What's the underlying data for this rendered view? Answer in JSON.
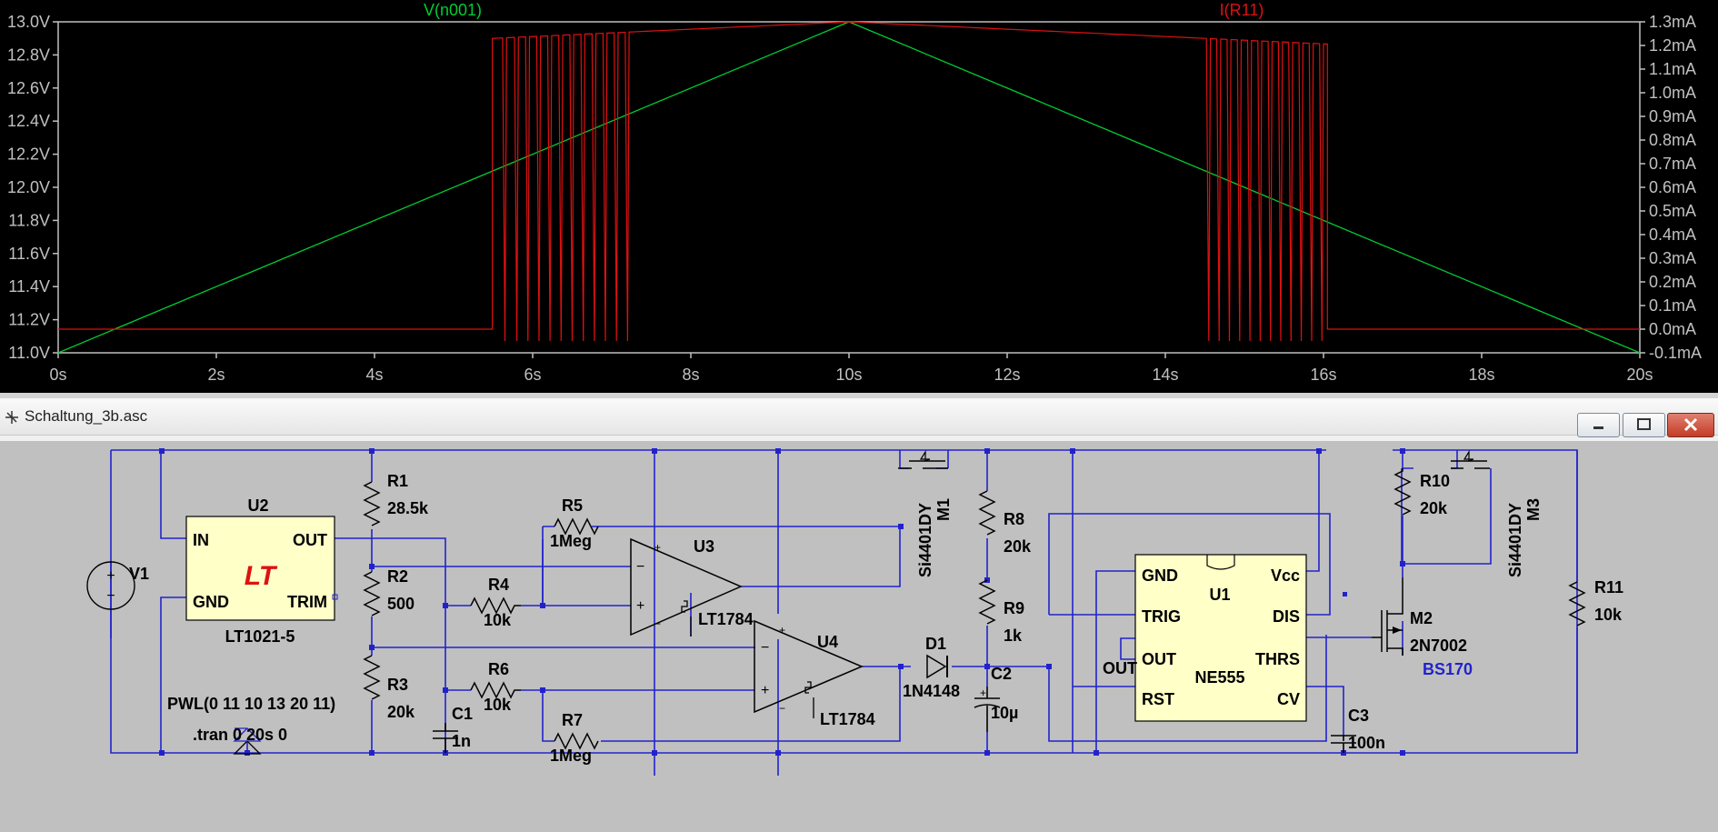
{
  "plot": {
    "traces": [
      {
        "label": "V(n001)",
        "color": "#00cc33",
        "axis": "left"
      },
      {
        "label": "I(R11)",
        "color": "#dd1111",
        "axis": "right"
      }
    ],
    "x_ticks": [
      "0s",
      "2s",
      "4s",
      "6s",
      "8s",
      "10s",
      "12s",
      "14s",
      "16s",
      "18s",
      "20s"
    ],
    "y_left_ticks": [
      "13.0V",
      "12.8V",
      "12.6V",
      "12.4V",
      "12.2V",
      "12.0V",
      "11.8V",
      "11.6V",
      "11.4V",
      "11.2V",
      "11.0V"
    ],
    "y_right_ticks": [
      "1.3mA",
      "1.2mA",
      "1.1mA",
      "1.0mA",
      "0.9mA",
      "0.8mA",
      "0.7mA",
      "0.6mA",
      "0.5mA",
      "0.4mA",
      "0.3mA",
      "0.2mA",
      "0.1mA",
      "0.0mA",
      "-0.1mA"
    ],
    "axis_color": "#c0c0c0",
    "background": "#000000"
  },
  "window": {
    "title": "Schaltung_3b.asc",
    "buttons": {
      "minimize": "minimize",
      "maximize": "maximize",
      "close": "close"
    }
  },
  "schematic": {
    "wire_color": "#2222cc",
    "component_color": "#000000",
    "ic_fill": "#ffffc8",
    "background": "#c0c0c0",
    "U2": {
      "ref": "U2",
      "part": "LT1021-5",
      "pin_in": "IN",
      "pin_out": "OUT",
      "pin_gnd": "GND",
      "pin_trim": "TRIM"
    },
    "V1": {
      "ref": "V1",
      "source": "PWL(0 11 10 13 20 11)",
      "directive": ".tran 0 20s 0"
    },
    "R1": {
      "ref": "R1",
      "value": "28.5k"
    },
    "R2": {
      "ref": "R2",
      "value": "500"
    },
    "R3": {
      "ref": "R3",
      "value": "20k"
    },
    "R4": {
      "ref": "R4",
      "value": "10k"
    },
    "R5": {
      "ref": "R5",
      "value": "1Meg"
    },
    "R6": {
      "ref": "R6",
      "value": "10k"
    },
    "R7": {
      "ref": "R7",
      "value": "1Meg"
    },
    "R8": {
      "ref": "R8",
      "value": "20k"
    },
    "R9": {
      "ref": "R9",
      "value": "1k"
    },
    "R10": {
      "ref": "R10",
      "value": "20k"
    },
    "R11": {
      "ref": "R11",
      "value": "10k"
    },
    "C1": {
      "ref": "C1",
      "value": "1n"
    },
    "C2": {
      "ref": "C2",
      "value": "10µ"
    },
    "C3": {
      "ref": "C3",
      "value": "100n"
    },
    "U3": {
      "ref": "U3",
      "part": "LT1784"
    },
    "U4": {
      "ref": "U4",
      "part": "LT1784"
    },
    "D1": {
      "ref": "D1",
      "part": "1N4148"
    },
    "M1": {
      "ref": "M1",
      "part": "Si4401DY"
    },
    "M2": {
      "ref": "M2",
      "part": "2N7002",
      "alt": "BS170"
    },
    "M3": {
      "ref": "M3",
      "part": "Si4401DY"
    },
    "U1": {
      "ref": "U1",
      "part": "NE555",
      "pins": {
        "gnd": "GND",
        "vcc": "Vcc",
        "trig": "TRIG",
        "dis": "DIS",
        "out": "OUT",
        "thrs": "THRS",
        "rst": "RST",
        "cv": "CV"
      },
      "out_label": "OUT"
    },
    "plus": "+",
    "minus": "−",
    "lt_logo": "LT"
  }
}
